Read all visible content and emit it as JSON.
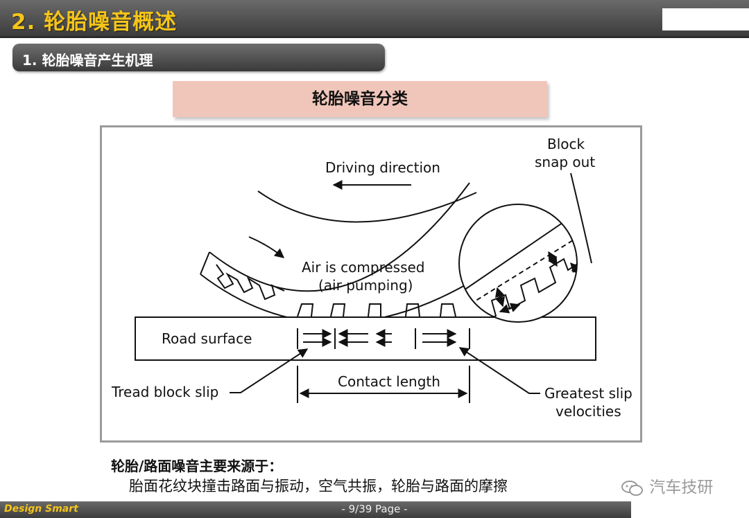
{
  "header": {
    "title": "2. 轮胎噪音概述"
  },
  "section": {
    "subtitle": "1. 轮胎噪音产生机理"
  },
  "category": {
    "title": "轮胎噪音分类"
  },
  "diagram": {
    "driving_direction": "Driving direction",
    "block_snap_out_line1": "Block",
    "block_snap_out_line2": "snap out",
    "air_compressed_line1": "Air is compressed",
    "air_compressed_line2": "(air pumping)",
    "road_surface": "Road surface",
    "tread_block_slip": "Tread block slip",
    "contact_length": "Contact length",
    "greatest_slip_line1": "Greatest slip",
    "greatest_slip_line2": "velocities"
  },
  "summary": {
    "heading": "轮胎/路面噪音主要来源于：",
    "body": "胎面花纹块撞击路面与振动，空气共振，轮胎与路面的摩擦"
  },
  "watermark": {
    "text": "汽车技研",
    "icon": "wechat-icon"
  },
  "footer": {
    "brand": "Design Smart",
    "page": "- 9/39 Page -"
  },
  "colors": {
    "title_yellow": "#f5c518",
    "category_fill": "#f1c6ba",
    "bar_dark": "#3c3c3c"
  }
}
